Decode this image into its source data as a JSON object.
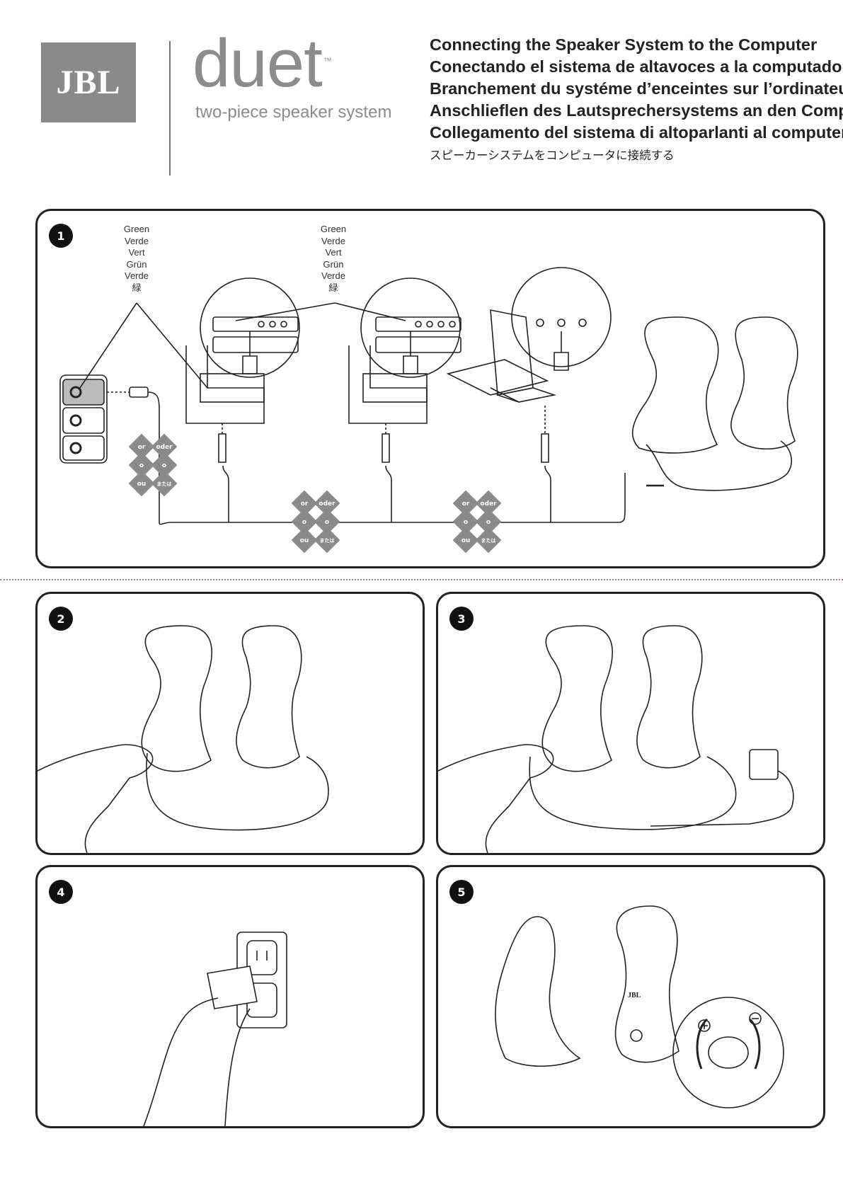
{
  "header": {
    "logo_text": "JBL",
    "brand_name": "duet",
    "trademark": "™",
    "tagline": "two-piece speaker system",
    "titles": [
      "Connecting the Speaker System to the Computer",
      "Conectando el sistema de altavoces a la computadora",
      "Branchement du systéme d’enceintes sur l’ordinateur",
      "Anschlieflen des Lautsprechersystems an den Computer",
      "Collegamento del sistema di altoparlanti al computer"
    ],
    "title_japanese": "スピーカーシステムをコンピュータに接続する"
  },
  "steps": {
    "s1": "1",
    "s2": "2",
    "s3": "3",
    "s4": "4",
    "s5": "5"
  },
  "color_labels": {
    "left": [
      "Green",
      "Verde",
      "Vert",
      "Grün",
      "Verde",
      "緑"
    ],
    "right": [
      "Green",
      "Verde",
      "Vert",
      "Grün",
      "Verde",
      "緑"
    ]
  },
  "or_badges": {
    "or": "or",
    "oder": "oder",
    "o1": "o",
    "o2": "o",
    "ou": "ou",
    "mataha": "または"
  },
  "speaker_badge": "JBL",
  "colors": {
    "logo_bg": "#8a8a8a",
    "badge": "#8a8a8a",
    "divider": "#c06a9a",
    "ink": "#222222"
  }
}
